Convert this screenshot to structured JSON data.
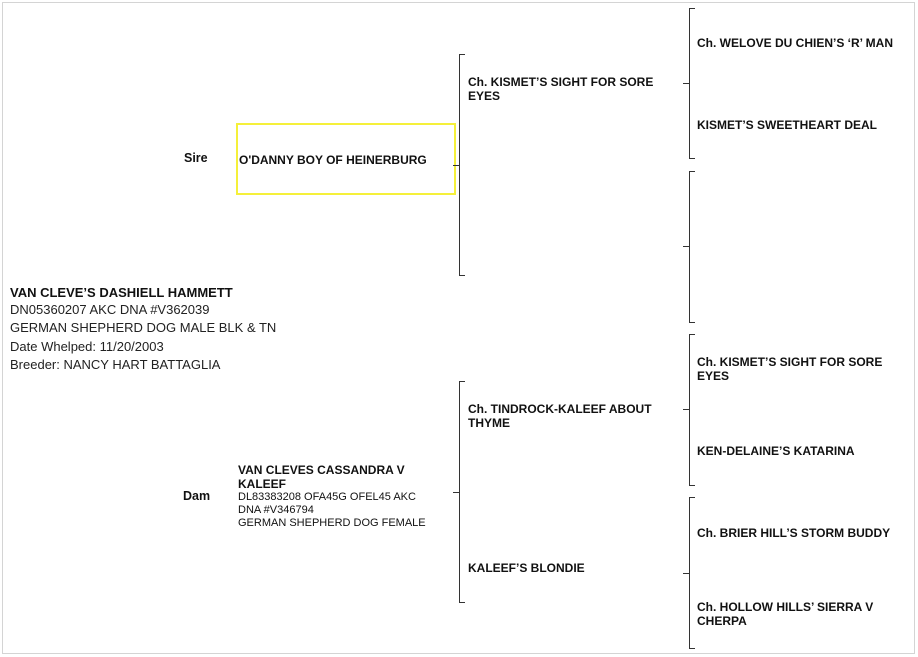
{
  "subject": {
    "name": "VAN CLEVE’S DASHIELL HAMMETT",
    "registration": "DN05360207 AKC DNA #V362039",
    "description": "GERMAN SHEPHERD DOG MALE BLK & TN",
    "date_whelped": "Date Whelped: 11/20/2003",
    "breeder": "Breeder: NANCY HART BATTAGLIA"
  },
  "labels": {
    "sire": "Sire",
    "dam": "Dam"
  },
  "sire": {
    "name": "O'DANNY BOY OF HEINERBURG"
  },
  "dam": {
    "name_line1": "VAN CLEVES CASSANDRA V",
    "name_line2": "KALEEF",
    "info_line1": "DL83383208 OFA45G OFEL45 AKC",
    "info_line2": "DNA #V346794",
    "info_line3": "GERMAN SHEPHERD DOG FEMALE"
  },
  "grandparents": {
    "sire_sire": {
      "line1": "Ch. KISMET’S SIGHT FOR SORE",
      "line2": "EYES"
    },
    "dam_sire": {
      "line1": "Ch. TINDROCK-KALEEF ABOUT",
      "line2": "THYME"
    },
    "dam_dam": {
      "line1": "KALEEF’S BLONDIE"
    }
  },
  "great_grandparents": {
    "ss_sire": {
      "line1": "Ch. WELOVE DU CHIEN’S ‘R’ MAN"
    },
    "ss_dam": {
      "line1": "KISMET’S SWEETHEART DEAL"
    },
    "ds_sire": {
      "line1": "Ch. KISMET’S SIGHT FOR SORE",
      "line2": "EYES"
    },
    "ds_dam": {
      "line1": "KEN-DELAINE’S KATARINA"
    },
    "dd_sire": {
      "line1": "Ch. BRIER HILL’S STORM BUDDY"
    },
    "dd_dam": {
      "line1": "Ch. HOLLOW HILLS’ SIERRA V",
      "line2": "CHERPA"
    }
  },
  "colors": {
    "selection": "#f5f03a",
    "lines": "#333333",
    "border": "#d4d4d4"
  }
}
